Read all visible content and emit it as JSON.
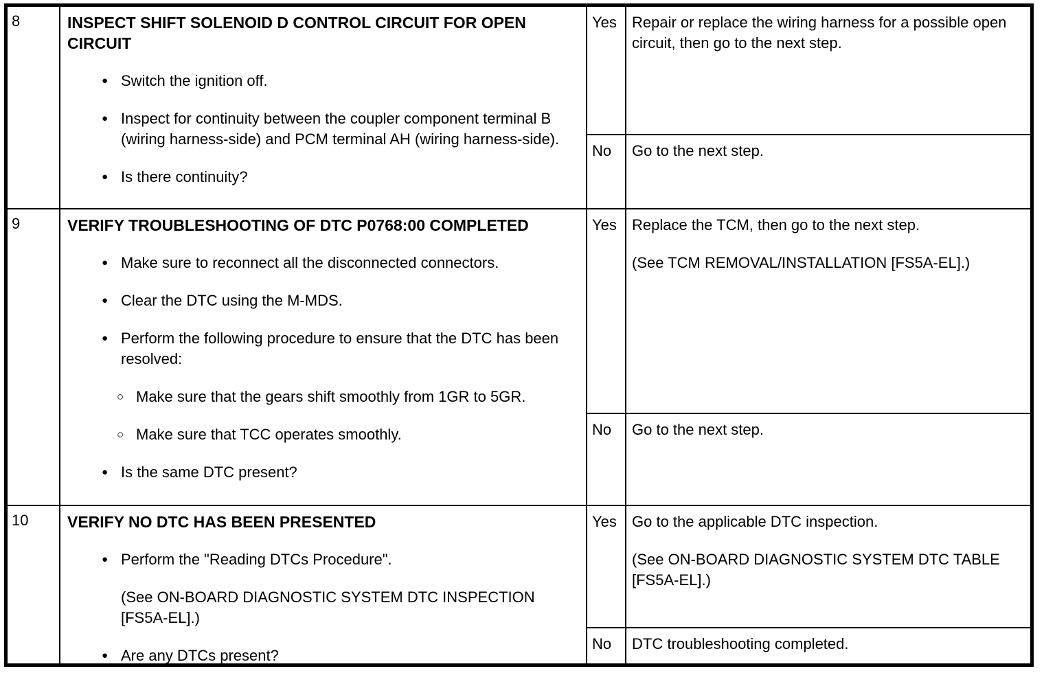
{
  "glyphs": {
    "bullet": "●",
    "subbullet": "○"
  },
  "table": {
    "rows": [
      {
        "step": "8",
        "title": "INSPECT SHIFT SOLENOID D CONTROL CIRCUIT FOR OPEN CIRCUIT",
        "bullets": [
          {
            "text": "Switch the ignition off."
          },
          {
            "text": "Inspect for continuity between the coupler component terminal B (wiring harness-side) and PCM terminal AH (wiring harness-side)."
          },
          {
            "text": "Is there continuity?"
          }
        ],
        "outcomes": [
          {
            "label": "Yes",
            "paragraphs": [
              "Repair or replace the wiring harness for a possible open circuit, then go to the next step."
            ]
          },
          {
            "label": "No",
            "paragraphs": [
              "Go to the next step."
            ]
          }
        ]
      },
      {
        "step": "9",
        "title": "VERIFY TROUBLESHOOTING OF DTC P0768:00 COMPLETED",
        "bullets": [
          {
            "text": "Make sure to reconnect all the disconnected connectors."
          },
          {
            "text": "Clear the DTC using the M-MDS."
          },
          {
            "text": "Perform the following procedure to ensure that the DTC has been resolved:",
            "subitems": [
              "Make sure that the gears shift smoothly from 1GR to 5GR.",
              "Make sure that TCC operates smoothly."
            ]
          },
          {
            "text": "Is the same DTC present?"
          }
        ],
        "outcomes": [
          {
            "label": "Yes",
            "paragraphs": [
              "Replace the TCM, then go to the next step.",
              "(See TCM REMOVAL/INSTALLATION [FS5A-EL].)"
            ]
          },
          {
            "label": "No",
            "paragraphs": [
              "Go to the next step."
            ]
          }
        ]
      },
      {
        "step": "10",
        "title": "VERIFY NO DTC HAS BEEN PRESENTED",
        "bullets": [
          {
            "text": "Perform the \"Reading DTCs Procedure\".",
            "note": "(See ON-BOARD DIAGNOSTIC SYSTEM DTC INSPECTION [FS5A-EL].)"
          },
          {
            "text": "Are any DTCs present?"
          }
        ],
        "outcomes": [
          {
            "label": "Yes",
            "paragraphs": [
              "Go to the applicable DTC inspection.",
              "(See ON-BOARD DIAGNOSTIC SYSTEM DTC TABLE [FS5A-EL].)"
            ]
          },
          {
            "label": "No",
            "paragraphs": [
              "DTC troubleshooting completed."
            ]
          }
        ]
      }
    ]
  }
}
